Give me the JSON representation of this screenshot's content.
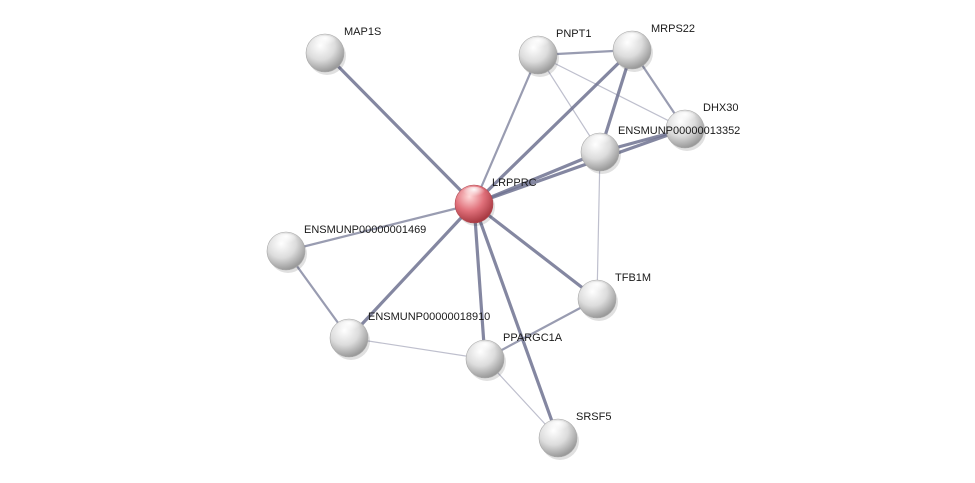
{
  "colors": {
    "edge": "#6e7290",
    "node_default_light": "#ffffff",
    "node_default_mid": "#dcdcdc",
    "node_default_dark": "#9a9a9a",
    "node_query_light": "#ffd9d9",
    "node_query_mid": "#e0707a",
    "node_query_dark": "#a83a42"
  },
  "nodes": [
    {
      "id": "MAP1S",
      "label": "MAP1S",
      "query": false
    },
    {
      "id": "PNPT1",
      "label": "PNPT1",
      "query": false
    },
    {
      "id": "MRPS22",
      "label": "MRPS22",
      "query": false
    },
    {
      "id": "DHX30",
      "label": "DHX30",
      "query": false
    },
    {
      "id": "ENSMUNP00000013352",
      "label": "ENSMUNP00000013352",
      "query": false
    },
    {
      "id": "LRPPRC",
      "label": "LRPPRC",
      "query": true
    },
    {
      "id": "ENSMUNP00000001469",
      "label": "ENSMUNP00000001469",
      "query": false
    },
    {
      "id": "TFB1M",
      "label": "TFB1M",
      "query": false
    },
    {
      "id": "ENSMUNP00000018910",
      "label": "ENSMUNP00000018910",
      "query": false
    },
    {
      "id": "PPARGC1A",
      "label": "PPARGC1A",
      "query": false
    },
    {
      "id": "SRSF5",
      "label": "SRSF5",
      "query": false
    }
  ],
  "edges": [
    {
      "source": "LRPPRC",
      "target": "MAP1S",
      "strength": 3
    },
    {
      "source": "LRPPRC",
      "target": "PNPT1",
      "strength": 2
    },
    {
      "source": "LRPPRC",
      "target": "MRPS22",
      "strength": 3
    },
    {
      "source": "LRPPRC",
      "target": "DHX30",
      "strength": 3
    },
    {
      "source": "LRPPRC",
      "target": "ENSMUNP00000013352",
      "strength": 3
    },
    {
      "source": "LRPPRC",
      "target": "ENSMUNP00000001469",
      "strength": 2
    },
    {
      "source": "LRPPRC",
      "target": "ENSMUNP00000018910",
      "strength": 3
    },
    {
      "source": "LRPPRC",
      "target": "PPARGC1A",
      "strength": 3
    },
    {
      "source": "LRPPRC",
      "target": "SRSF5",
      "strength": 3
    },
    {
      "source": "LRPPRC",
      "target": "TFB1M",
      "strength": 3
    },
    {
      "source": "PNPT1",
      "target": "MRPS22",
      "strength": 2
    },
    {
      "source": "PNPT1",
      "target": "DHX30",
      "strength": 1
    },
    {
      "source": "PNPT1",
      "target": "ENSMUNP00000013352",
      "strength": 1
    },
    {
      "source": "MRPS22",
      "target": "DHX30",
      "strength": 2
    },
    {
      "source": "MRPS22",
      "target": "ENSMUNP00000013352",
      "strength": 3
    },
    {
      "source": "DHX30",
      "target": "ENSMUNP00000013352",
      "strength": 3
    },
    {
      "source": "ENSMUNP00000013352",
      "target": "TFB1M",
      "strength": 1
    },
    {
      "source": "ENSMUNP00000001469",
      "target": "ENSMUNP00000018910",
      "strength": 2
    },
    {
      "source": "ENSMUNP00000018910",
      "target": "PPARGC1A",
      "strength": 1
    },
    {
      "source": "PPARGC1A",
      "target": "TFB1M",
      "strength": 2
    },
    {
      "source": "PPARGC1A",
      "target": "SRSF5",
      "strength": 1
    }
  ]
}
